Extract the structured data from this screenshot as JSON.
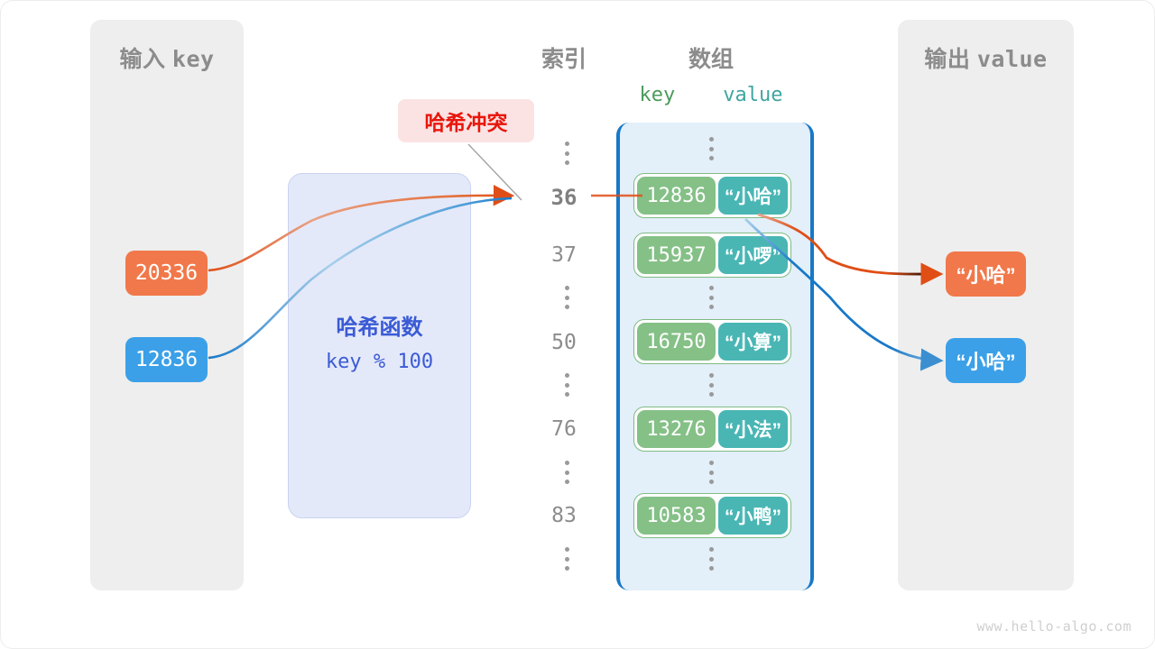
{
  "diagram": {
    "watermark": "www.hello-algo.com"
  },
  "input_panel": {
    "title_cjk": "输入",
    "title_mono": "key",
    "keys": [
      {
        "value": "20336",
        "color": "#f1784a"
      },
      {
        "value": "12836",
        "color": "#3ba0e8"
      }
    ]
  },
  "hash_function": {
    "label": "哈希函数",
    "expression": "key % 100",
    "accent": "#3b5bd4",
    "fill": "#e4e9fa"
  },
  "collision_badge": {
    "label": "哈希冲突",
    "color": "#e8160c",
    "fill": "#fbe3e3"
  },
  "array_section": {
    "index_header": "索引",
    "array_header": "数组",
    "key_header": "key",
    "value_header": "value",
    "key_header_color": "#4a9b5c",
    "value_header_color": "#3fa5a0",
    "container_border": "#1878c8",
    "container_fill": "#e3eff9",
    "rows": [
      {
        "type": "ellipsis",
        "index": ""
      },
      {
        "type": "entry",
        "index": "36",
        "highlight": true,
        "key": "12836",
        "value": "“小哈”"
      },
      {
        "type": "entry",
        "index": "37",
        "highlight": false,
        "key": "15937",
        "value": "“小啰”"
      },
      {
        "type": "ellipsis",
        "index": ""
      },
      {
        "type": "entry",
        "index": "50",
        "highlight": false,
        "key": "16750",
        "value": "“小算”"
      },
      {
        "type": "ellipsis",
        "index": ""
      },
      {
        "type": "entry",
        "index": "76",
        "highlight": false,
        "key": "13276",
        "value": "“小法”"
      },
      {
        "type": "ellipsis",
        "index": ""
      },
      {
        "type": "entry",
        "index": "83",
        "highlight": false,
        "key": "10583",
        "value": "“小鸭”"
      },
      {
        "type": "ellipsis",
        "index": ""
      }
    ]
  },
  "output_panel": {
    "title_cjk": "输出",
    "title_mono": "value",
    "values": [
      {
        "value": "“小哈”",
        "color": "#f1784a"
      },
      {
        "value": "“小哈”",
        "color": "#3ba0e8"
      }
    ]
  },
  "colors": {
    "panel_gray": "#eeeeee",
    "key_cell": "#85c087",
    "value_cell": "#49b6b4",
    "bucket_border": "#7fbb83",
    "orange_wire": "#e04e16",
    "blue_wire": "#1878c8",
    "text_gray": "#8c8c8c"
  }
}
